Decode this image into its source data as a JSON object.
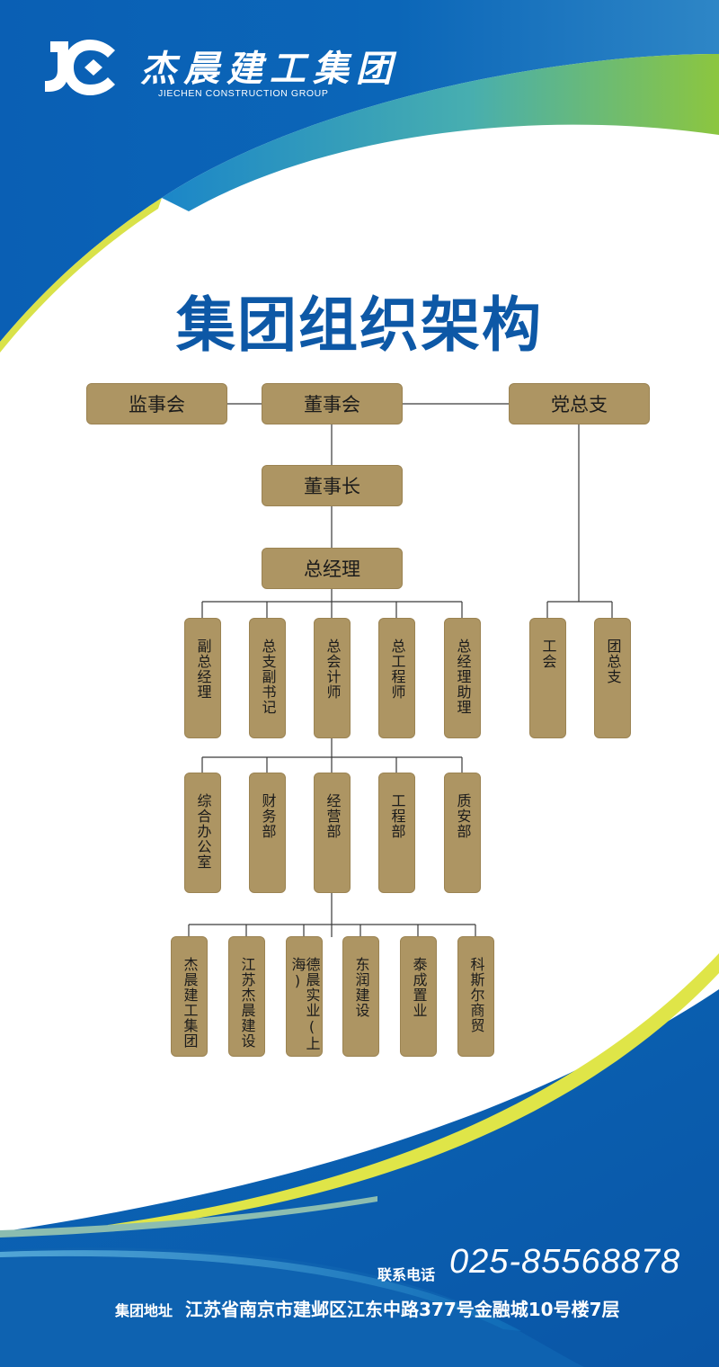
{
  "brand": {
    "name_cn": "杰晨建工集团",
    "name_en": "JIECHEN CONSTRUCTION GROUP",
    "logo_letters": "JC",
    "colors": {
      "blue": "#0a5fb4",
      "dark_blue": "#0c4e98",
      "green": "#8cc63f",
      "yellow": "#e2e64a",
      "box": "#ad9563"
    }
  },
  "title": "集团组织架构",
  "org": {
    "top": {
      "supervisory": "监事会",
      "board": "董事会",
      "party": "党总支"
    },
    "chairman": "董事长",
    "gm": "总经理",
    "executives": [
      "副总经理",
      "总支副书记",
      "总会计师",
      "总工程师",
      "总经理助理"
    ],
    "party_units": [
      "工会",
      "团总支"
    ],
    "departments": [
      "综合办公室",
      "财务部",
      "经营部",
      "工程部",
      "质安部"
    ],
    "subsidiaries": [
      "杰晨建工集团",
      "江苏杰晨建设",
      "德晨实业(上海)",
      "东润建设",
      "泰成置业",
      "科斯尔商贸"
    ]
  },
  "footer": {
    "phone_label": "联系电话",
    "phone": "025-85568878",
    "address_label": "集团地址",
    "address": "江苏省南京市建邺区江东中路377号金融城10号楼7层"
  }
}
